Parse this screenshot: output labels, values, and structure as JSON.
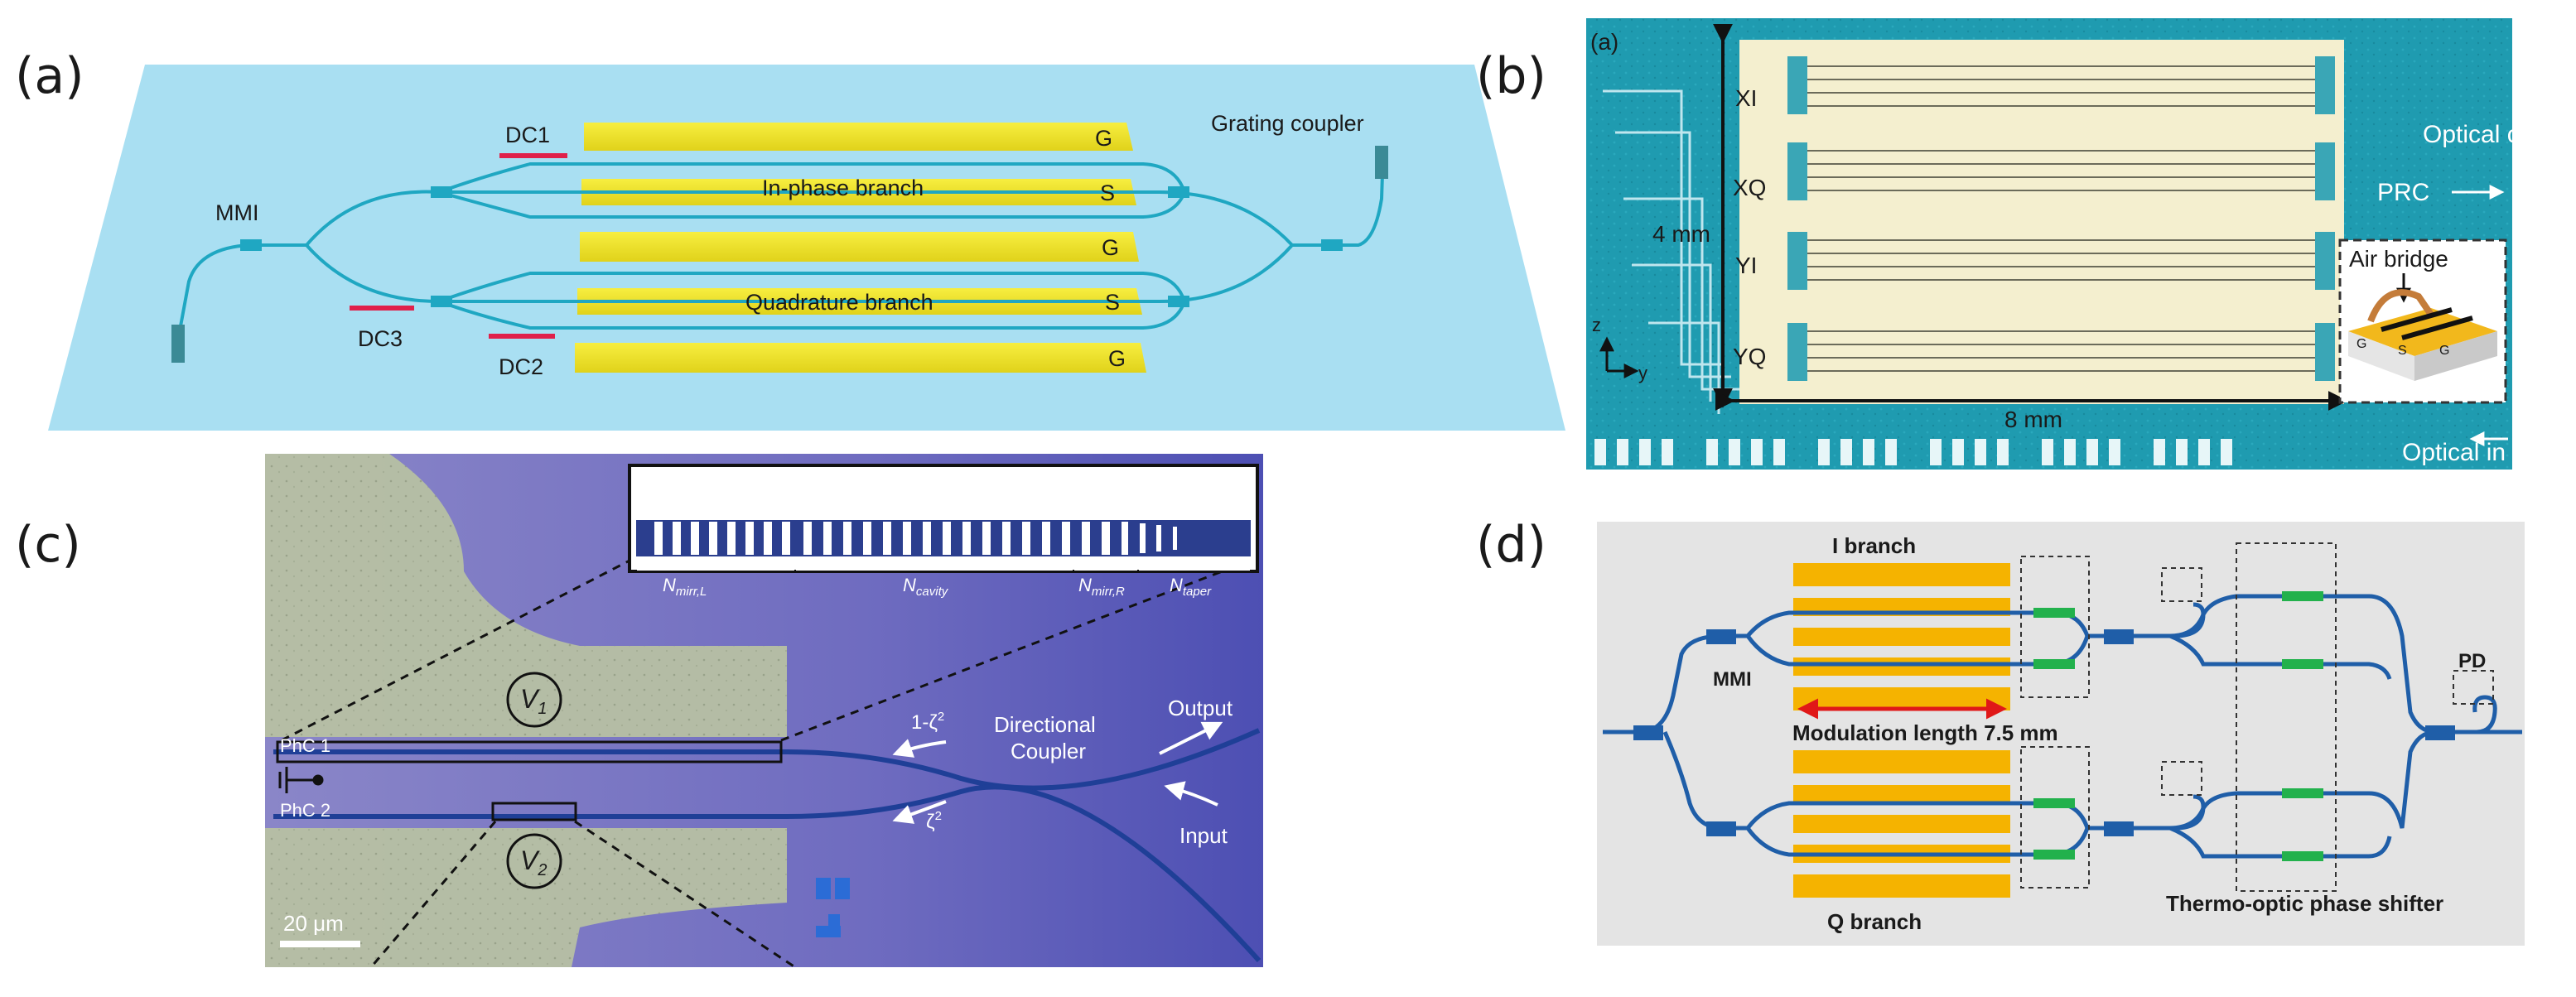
{
  "panels": {
    "a": {
      "letter": "(a)",
      "labels": {
        "dc1": "DC1",
        "dc2": "DC2",
        "dc3": "DC3",
        "mmi": "MMI",
        "grating": "Grating coupler",
        "inphase": "In-phase branch",
        "quadrature": "Quadrature branch",
        "g": "G",
        "s": "S"
      }
    },
    "b": {
      "letter": "(b)",
      "sublabel": "(a)",
      "labels": {
        "xi": "XI",
        "xq": "XQ",
        "yi": "YI",
        "yq": "YQ",
        "four_mm": "4 mm",
        "eight_mm": "8 mm",
        "optical_out": "Optical out",
        "optical_in": "Optical in",
        "prc": "PRC",
        "air_bridge": "Air bridge",
        "z": "z",
        "y": "y",
        "g": "G",
        "s": "S"
      }
    },
    "c": {
      "letter": "(c)",
      "labels": {
        "n_mirr_l": "N",
        "n_mirr_l_sub": "mirr,L",
        "n_cavity": "N",
        "n_cavity_sub": "cavity",
        "n_mirr_r": "N",
        "n_mirr_r_sub": "mirr,R",
        "n_taper": "N",
        "n_taper_sub": "taper",
        "v1": "V",
        "v1_sub": "1",
        "v2": "V",
        "v2_sub": "2",
        "phc1": "PhC 1",
        "phc2": "PhC 2",
        "directional": "Directional",
        "coupler": "Coupler",
        "output": "Output",
        "input": "Input",
        "one_minus_zeta": "1-ζ",
        "zeta": "ζ",
        "sq": "2",
        "scale": "20 μm"
      }
    },
    "d": {
      "letter": "(d)",
      "labels": {
        "i_branch": "I branch",
        "q_branch": "Q branch",
        "mmi": "MMI",
        "modulation_length": "Modulation length 7.5 mm",
        "pd": "PD",
        "thermo": "Thermo-optic phase shifter"
      }
    }
  }
}
